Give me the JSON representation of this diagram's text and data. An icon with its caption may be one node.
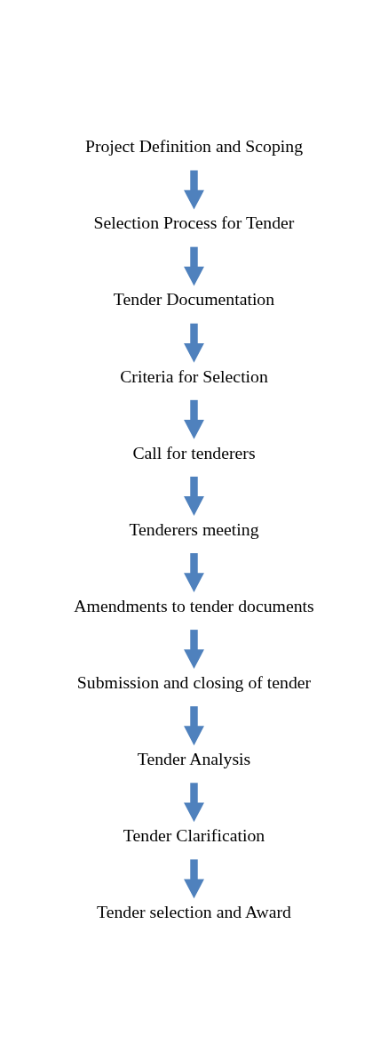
{
  "diagram": {
    "nodes": [
      {
        "text": [
          "Project Definition and Scoping"
        ]
      },
      {
        "text": [
          "Selection Process for Tender"
        ]
      },
      {
        "text": [
          "Tender Documentation"
        ]
      },
      {
        "text": [
          "Criteria for Selection"
        ]
      },
      {
        "text": [
          "Call for tenderers"
        ]
      },
      {
        "text": [
          "Tenderers meeting"
        ]
      },
      {
        "text": [
          "Amendments to tender documents"
        ]
      },
      {
        "text": [
          "Submission and closing of tender"
        ]
      },
      {
        "text": [
          "Tender Analysis"
        ]
      },
      {
        "text": [
          "Tender Clarification"
        ]
      },
      {
        "text": [
          "Tender selection and Award"
        ]
      }
    ],
    "edges": [
      {
        "from": 0,
        "to": 1,
        "arrow": "to"
      },
      {
        "from": 1,
        "to": 2,
        "arrow": "to"
      },
      {
        "from": 2,
        "to": 3,
        "arrow": "to"
      },
      {
        "from": 3,
        "to": 4,
        "arrow": "to"
      },
      {
        "from": 4,
        "to": 5,
        "arrow": "to"
      },
      {
        "from": 5,
        "to": 6,
        "arrow": "to"
      },
      {
        "from": 6,
        "to": 7,
        "arrow": "to"
      },
      {
        "from": 7,
        "to": 8,
        "arrow": "to"
      },
      {
        "from": 8,
        "to": 9,
        "arrow": "to"
      },
      {
        "from": 9,
        "to": 10,
        "arrow": "to"
      }
    ]
  }
}
